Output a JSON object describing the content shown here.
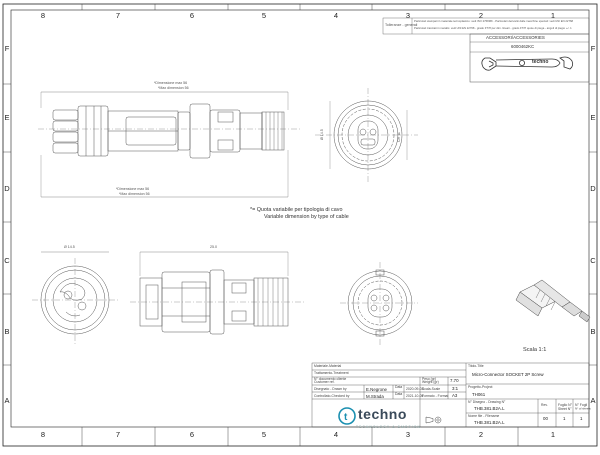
{
  "zones": {
    "top": [
      "8",
      "7",
      "6",
      "5",
      "4",
      "3",
      "2",
      "1"
    ],
    "bottom": [
      "8",
      "7",
      "6",
      "5",
      "4",
      "3",
      "2",
      "1"
    ],
    "left": [
      "F",
      "E",
      "D",
      "C",
      "B",
      "A"
    ],
    "right": [
      "F",
      "E",
      "D",
      "C",
      "B",
      "A"
    ]
  },
  "tolerance": {
    "label": "Tolleranze - generali",
    "line1": "Particolari stampati in materiale termoplastico: vedi ISO 2768MK - Particolari derivanti dalle macchine speciali: vedi UNI EN 22768",
    "line2": "Particolari tranciati in metallo: vedi UNI EN 22768 - grado FT/H per dim. lineari - grado FT/H quote di piega - angoli di piega: +/- 1"
  },
  "accessories": {
    "title": "ACCESSORI/ACCESSORIES",
    "code": "6000462KC",
    "tool_brand": "techno"
  },
  "side_view_top": {
    "dim_top_it": "*Dimensione max 56",
    "dim_top_en": "*Max dimension 56",
    "dim_bot_it": "*Dimensione max 56",
    "dim_bot_en": "*Max dimension 56"
  },
  "front_view_top": {
    "dim_left": "Ø 14.5",
    "dim_right": "CH 11"
  },
  "cable_note": {
    "line1": "*= Quota variabile per tipologia di cavo",
    "line2": "Variable dimension by type of cable"
  },
  "lower_views": {
    "dim_circle": "Ø 14.5",
    "dim_length": "25.0"
  },
  "scale_note": "Scala 1:1",
  "title_block": {
    "material_label": "Materiale-Material",
    "finish_label": "Trattamento-Treatment",
    "doc_label": "N° documento cliente",
    "customer_label": "Customer ref.",
    "drawn_label": "Disegnato - Drawn by",
    "drawn_by": "E.Negrone",
    "drawn_date_label": "Data",
    "drawn_date": "2020-09-03",
    "checked_label": "Controllato-Checked by",
    "checked_by": "M.Strada",
    "checked_date_label": "Data",
    "checked_date": "2021-10-05",
    "weight_label": "Peso (gr)",
    "weight_label_en": "Weight (gr)",
    "weight": "7.70",
    "scale_label": "Scala-Scale",
    "scale": "3:1",
    "format_label": "Formato - Format",
    "format": "A3",
    "title_label": "Titolo-Title",
    "title": "Micro-Connector SOCKET 2P Screw",
    "project_label": "Progetto-Project",
    "project": "TH061",
    "drawing_no_label": "N° Disegno - Drawing N°",
    "drawing_no": "THB.381.B2A.L",
    "file_name_label": "Nome file - Filename",
    "file_name": "THB.381.B2A.L",
    "rev_label": "Rev.",
    "rev": "00",
    "sheet_label": "Foglio N°",
    "sheet_label_en": "Sheet N°",
    "sheet": "1",
    "sheets_label": "N° Fogli",
    "sheets_label_en": "N° of sheets",
    "sheets": "1",
    "brand": "techno",
    "brand_sub": "TECHNOLOGY & EMOTION"
  },
  "colors": {
    "line": "#555555",
    "frame": "#222222",
    "brand": "#3a4a5a",
    "accent": "#1a8fb0"
  }
}
